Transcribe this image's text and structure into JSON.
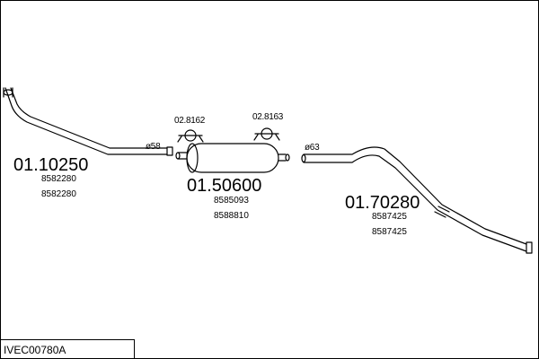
{
  "drawing_reference": "IVEC00780A",
  "parts": [
    {
      "code": "01.10250",
      "oe_numbers": [
        "8582280",
        "8582280"
      ],
      "diameter_label": "ø58"
    },
    {
      "code": "01.50600",
      "oe_numbers": [
        "8585093",
        "8588810"
      ]
    },
    {
      "code": "01.70280",
      "oe_numbers": [
        "8587425",
        "8587425"
      ],
      "diameter_label": "ø63"
    }
  ],
  "clamps": [
    {
      "code": "02.8162"
    },
    {
      "code": "02.8163"
    }
  ]
}
